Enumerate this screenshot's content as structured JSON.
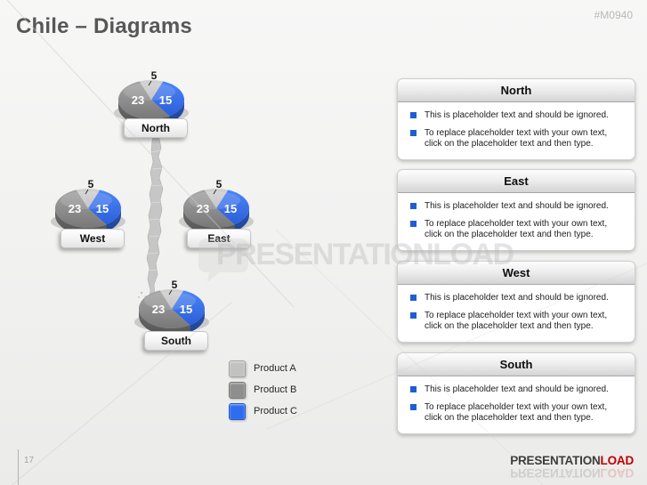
{
  "slide": {
    "title": "Chile – Diagrams",
    "code": "#M0940",
    "page_number": "17",
    "watermark_text": "PRESENTATIONLOAD",
    "logo": {
      "part1": "PRESENTATION",
      "part2": "LOAD"
    }
  },
  "pies": [
    {
      "region": "North",
      "values": {
        "product_a": "5",
        "product_b": "23",
        "product_c": "15"
      }
    },
    {
      "region": "West",
      "values": {
        "product_a": "5",
        "product_b": "23",
        "product_c": "15"
      }
    },
    {
      "region": "East",
      "values": {
        "product_a": "5",
        "product_b": "23",
        "product_c": "15"
      }
    },
    {
      "region": "South",
      "values": {
        "product_a": "5",
        "product_b": "23",
        "product_c": "15"
      }
    }
  ],
  "legend": [
    {
      "label": "Product A",
      "color": "#c2c2c2"
    },
    {
      "label": "Product B",
      "color": "#8e8e8e"
    },
    {
      "label": "Product C",
      "color": "#2e6cf0"
    }
  ],
  "panels": [
    {
      "title": "North",
      "bullets": [
        "This is placeholder text and should be ignored.",
        "To replace placeholder text with your own text, click on the placeholder text and then type."
      ]
    },
    {
      "title": "East",
      "bullets": [
        "This is placeholder text and should be ignored.",
        "To replace placeholder text with your own text, click on the placeholder text and then type."
      ]
    },
    {
      "title": "West",
      "bullets": [
        "This is placeholder text and should be ignored.",
        "To replace placeholder text with your own text, click on the placeholder text and then type."
      ]
    },
    {
      "title": "South",
      "bullets": [
        "This is placeholder text and should be ignored.",
        "To replace placeholder text with your own text, click on the placeholder text and then type."
      ]
    }
  ],
  "chart_data": [
    {
      "type": "pie",
      "title": "North",
      "labels": [
        "Product B",
        "Product C",
        "Product A"
      ],
      "values": [
        23,
        15,
        5
      ],
      "colors": [
        "#8e8e8e",
        "#2e6cf0",
        "#c2c2c2"
      ]
    },
    {
      "type": "pie",
      "title": "West",
      "labels": [
        "Product B",
        "Product C",
        "Product A"
      ],
      "values": [
        23,
        15,
        5
      ],
      "colors": [
        "#8e8e8e",
        "#2e6cf0",
        "#c2c2c2"
      ]
    },
    {
      "type": "pie",
      "title": "East",
      "labels": [
        "Product B",
        "Product C",
        "Product A"
      ],
      "values": [
        23,
        15,
        5
      ],
      "colors": [
        "#8e8e8e",
        "#2e6cf0",
        "#c2c2c2"
      ]
    },
    {
      "type": "pie",
      "title": "South",
      "labels": [
        "Product B",
        "Product C",
        "Product A"
      ],
      "values": [
        23,
        15,
        5
      ],
      "colors": [
        "#8e8e8e",
        "#2e6cf0",
        "#c2c2c2"
      ]
    }
  ]
}
